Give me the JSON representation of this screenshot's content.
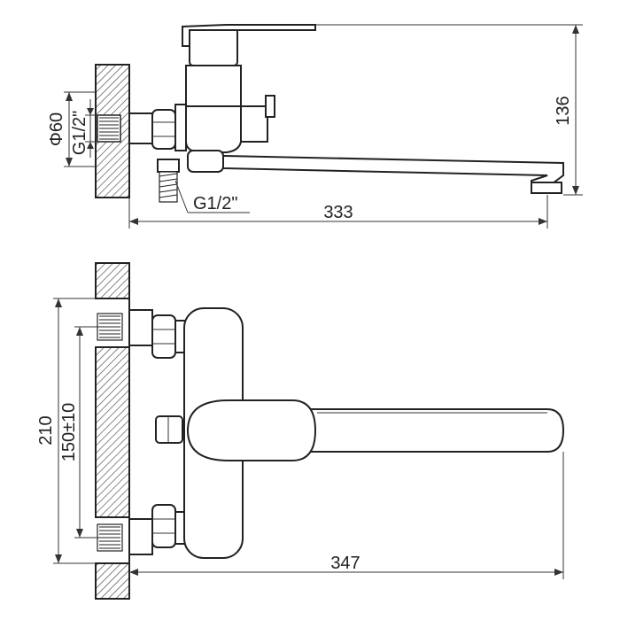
{
  "dimensions": {
    "top_view": {
      "outlet_reach": "333",
      "height": "136",
      "pipe_diameter": "Φ60",
      "wall_thread": "G1/2\"",
      "hose_thread": "G1/2\""
    },
    "front_view": {
      "total_width": "347",
      "total_height": "210",
      "center_distance": "150±10"
    }
  },
  "colors": {
    "line": "#222222",
    "hatch": "#555555",
    "background": "#ffffff"
  }
}
